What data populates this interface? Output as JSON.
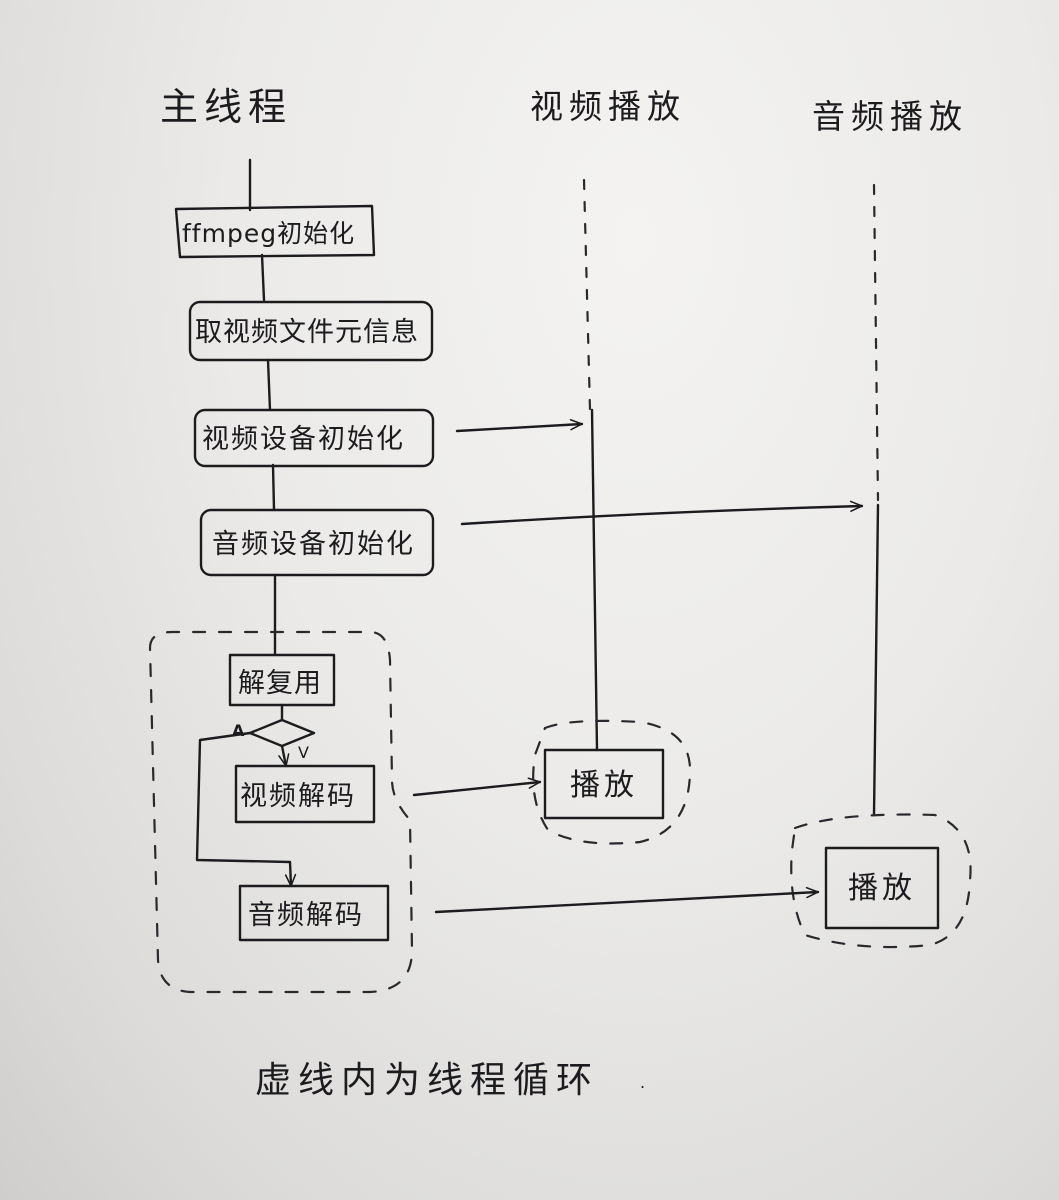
{
  "columns": {
    "main_thread": "主线程",
    "video_playback": "视频播放",
    "audio_playback": "音频播放"
  },
  "main_steps": {
    "ffmpeg_init": "ffmpeg初始化",
    "read_metadata": "取视频文件元信息",
    "video_device_init": "视频设备初始化",
    "audio_device_init": "音频设备初始化"
  },
  "loop": {
    "demux": "解复用",
    "branch_a": "A",
    "branch_v": "V",
    "video_decode": "视频解码",
    "audio_decode": "音频解码"
  },
  "video_thread": {
    "play": "播放"
  },
  "audio_thread": {
    "play": "播放"
  },
  "note": "虚线内为线程循环",
  "colors": {
    "ink": "#1c1c1f",
    "paper": "#ebeae8"
  }
}
